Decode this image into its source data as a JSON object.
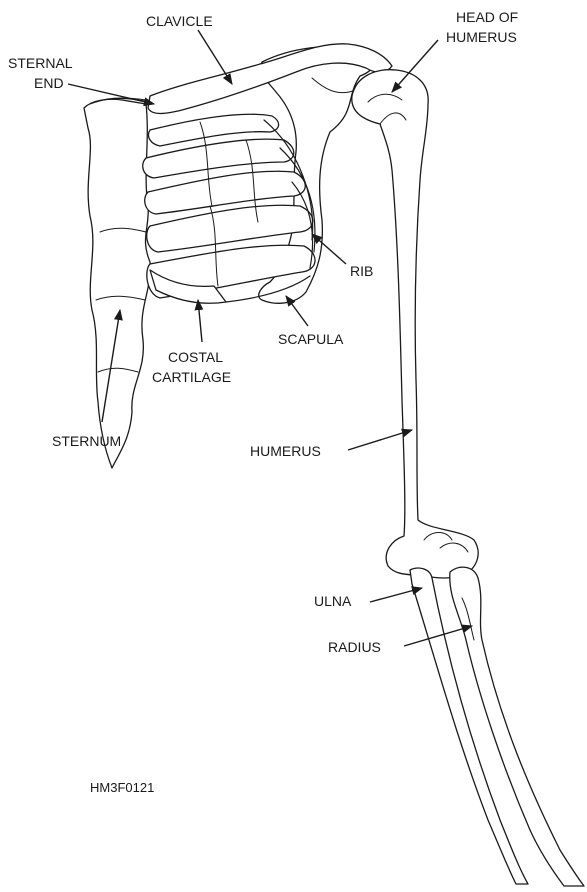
{
  "labels": {
    "clavicle": "CLAVICLE",
    "head_of_humerus_line1": "HEAD OF",
    "head_of_humerus_line2": "HUMERUS",
    "sternal_end_line1": "STERNAL",
    "sternal_end_line2": "END",
    "rib": "RIB",
    "scapula": "SCAPULA",
    "costal_cartilage_line1": "COSTAL",
    "costal_cartilage_line2": "CARTILAGE",
    "sternum": "STERNUM",
    "humerus": "HUMERUS",
    "ulna": "ULNA",
    "radius": "RADIUS"
  },
  "figure_id": "HM3F0121",
  "colors": {
    "ink": "#1a1a1a",
    "background": "#ffffff"
  }
}
